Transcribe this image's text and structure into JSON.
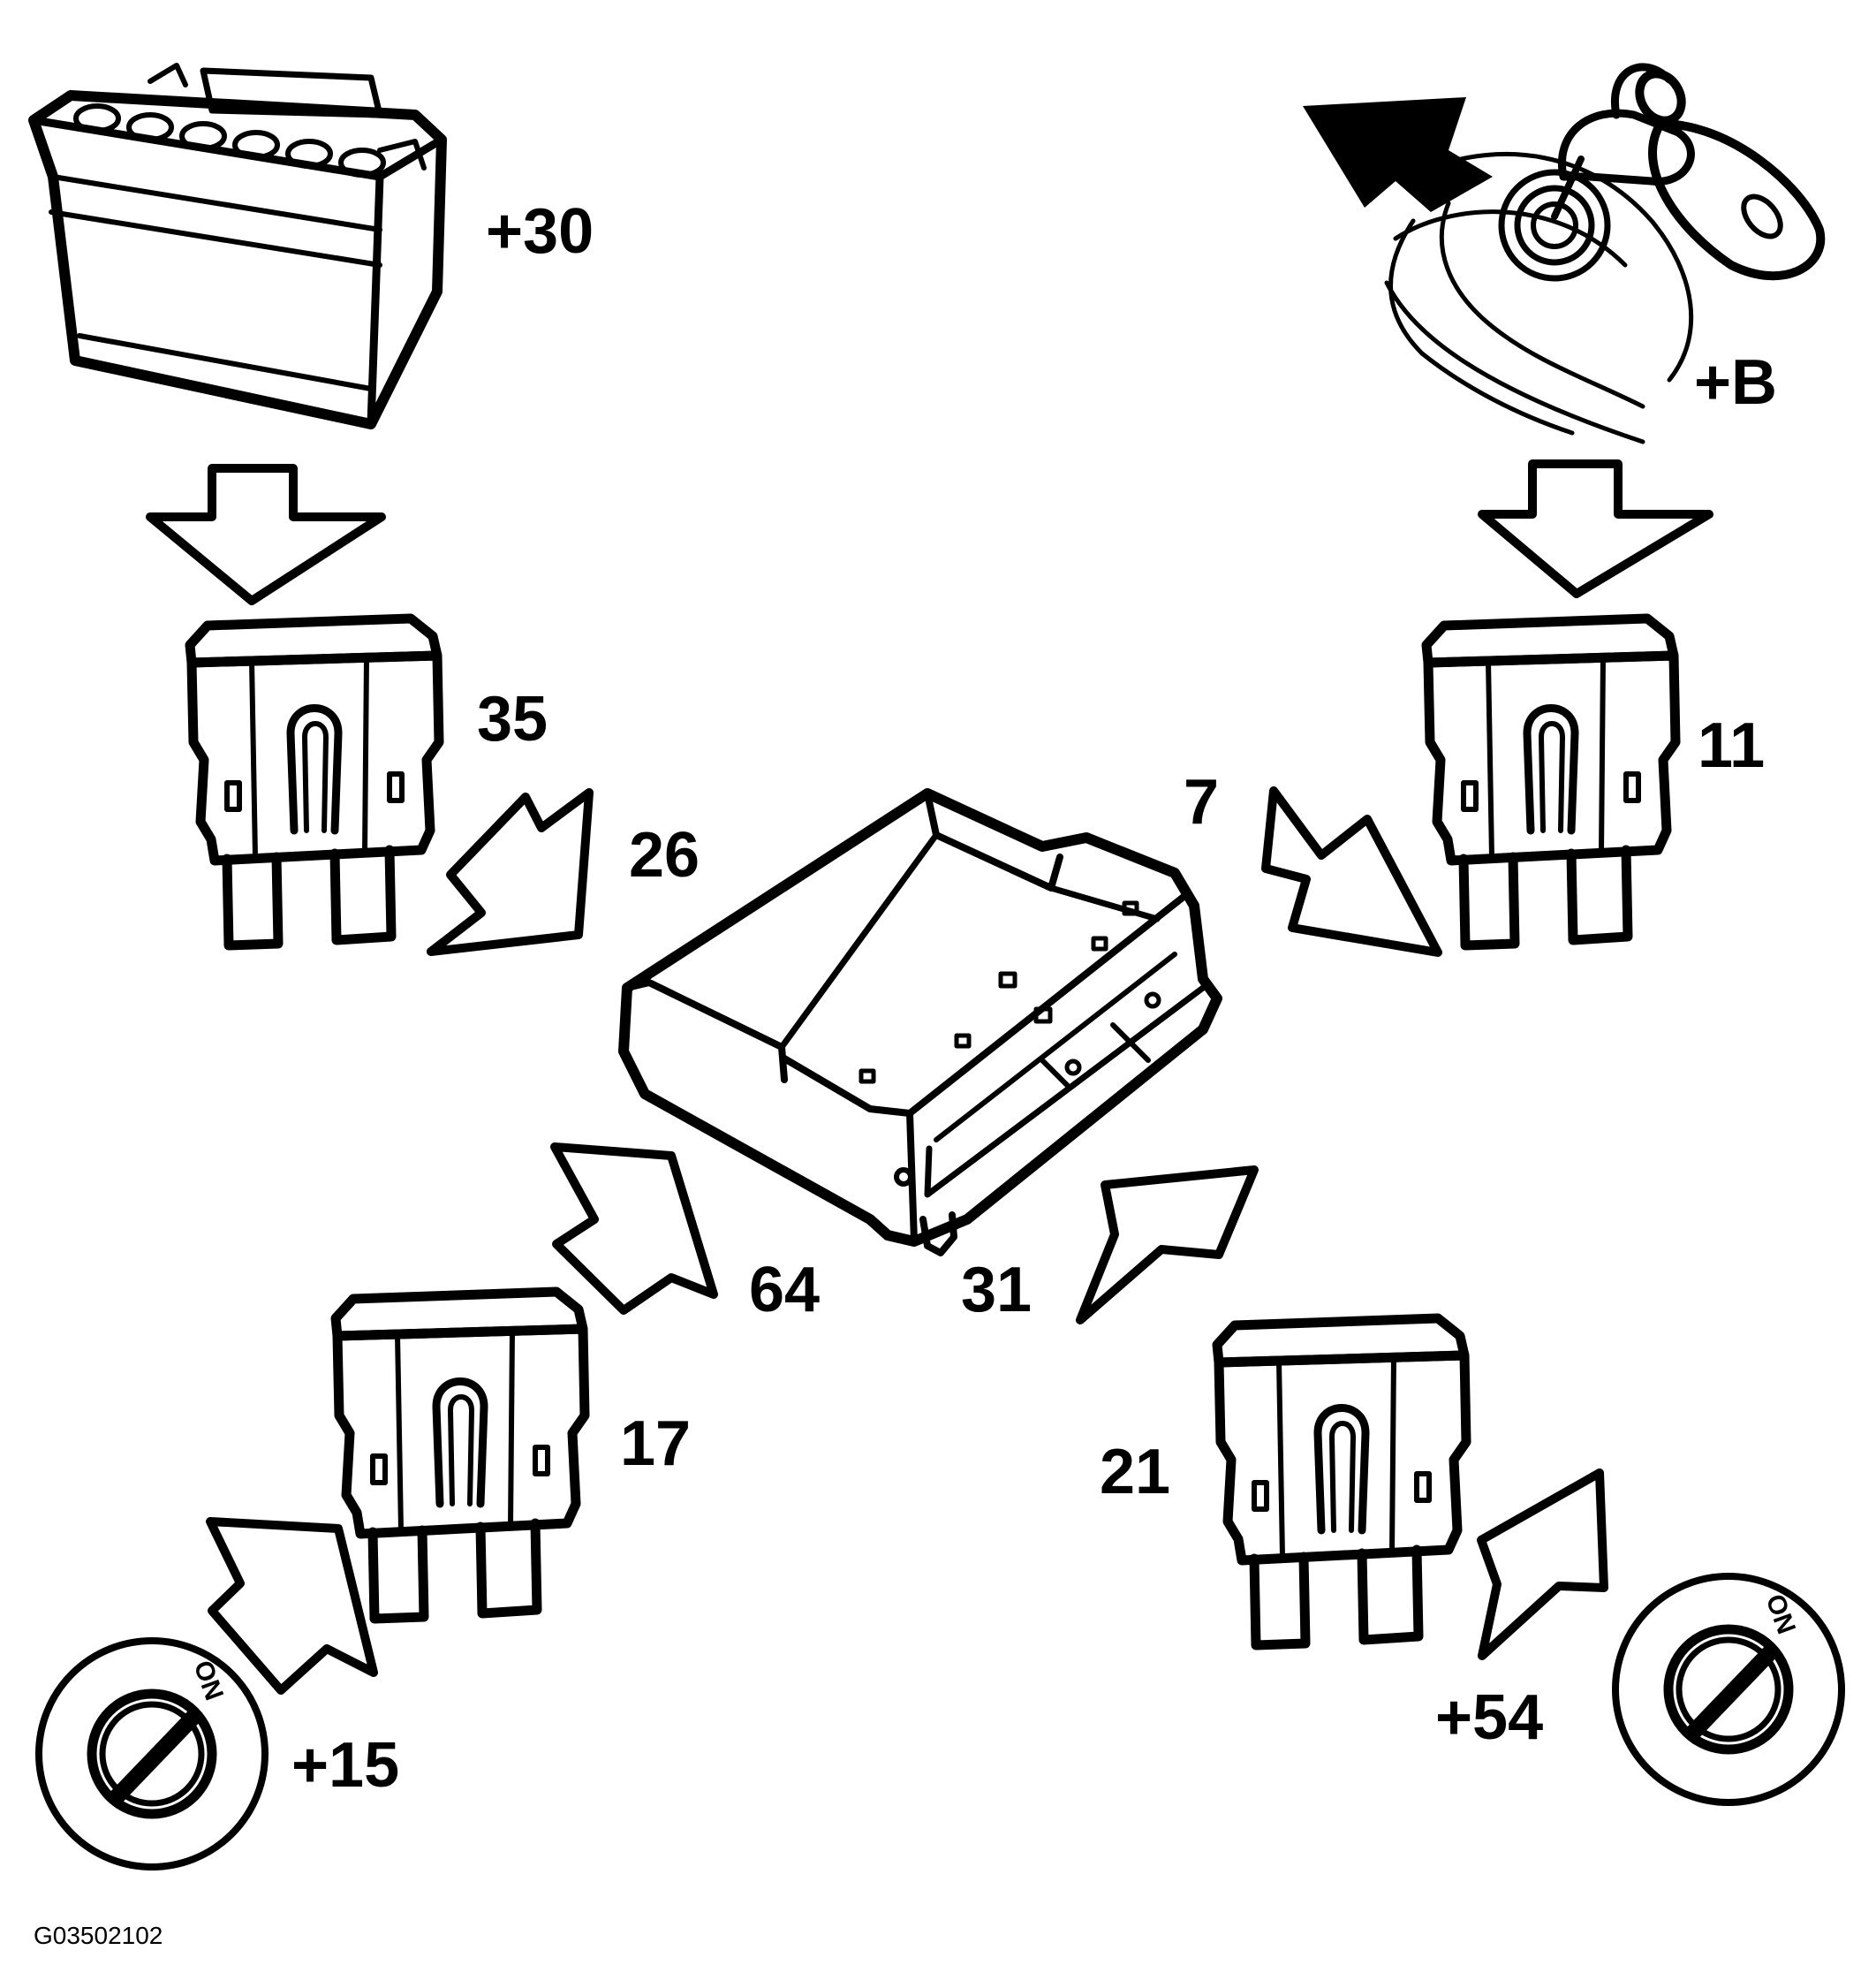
{
  "labels": {
    "battery_terminal": "+30",
    "ignition_terminal_b": "+B",
    "fuse_top_left": "35",
    "fuse_top_right": "11",
    "fuse_bottom_left": "17",
    "fuse_bottom_right": "21",
    "pin_top_left": "26",
    "pin_top_right": "7",
    "pin_bottom_left": "64",
    "pin_bottom_right": "31",
    "switch_terminal_left": "+15",
    "switch_terminal_right": "+54",
    "switch_on_left": "ON",
    "switch_on_right": "ON",
    "figure_code": "G03502102"
  }
}
